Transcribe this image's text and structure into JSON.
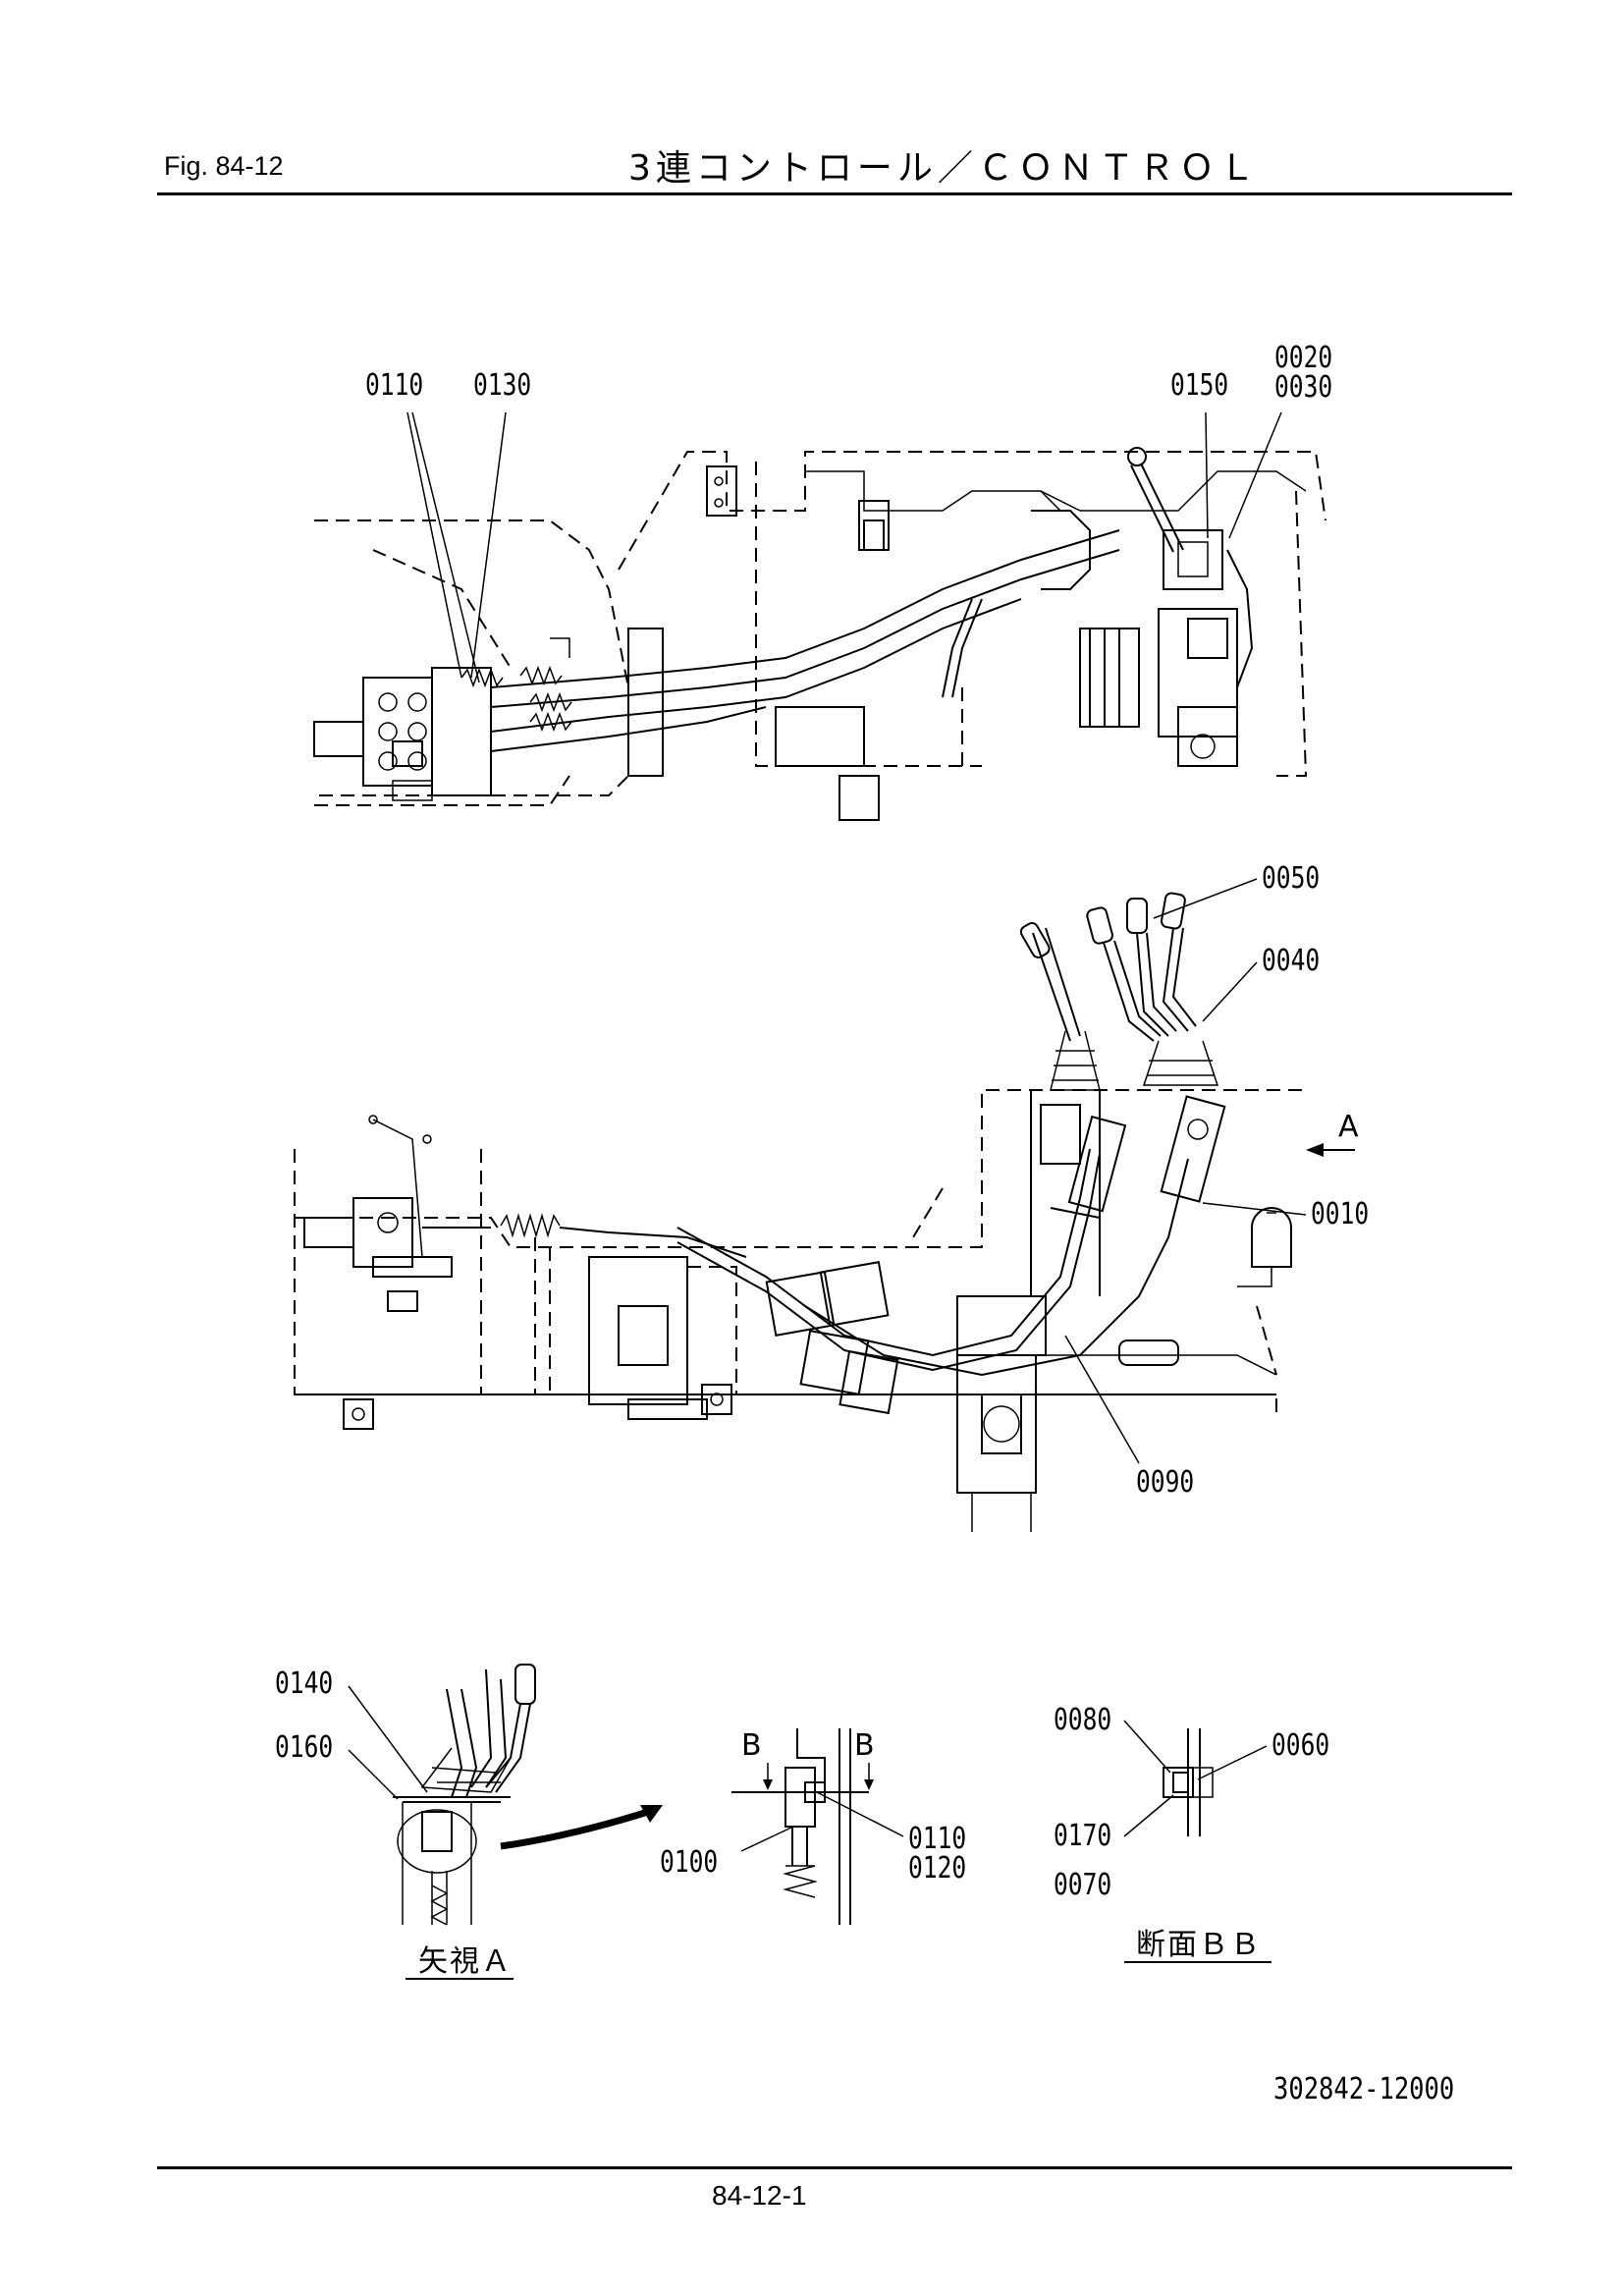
{
  "header": {
    "fig_label": "Fig.  84-12",
    "title": "3連コントロール／ＣＯＮＴＲＯＬ"
  },
  "callouts": {
    "c0110_top": "0110",
    "c0130": "0130",
    "c0150": "0150",
    "c0020": "0020",
    "c0030": "0030",
    "c0050": "0050",
    "c0040": "0040",
    "c0010": "0010",
    "c0090": "0090",
    "c0140": "0140",
    "c0160": "0160",
    "c0100": "0100",
    "c0110_bottom": "0110",
    "c0120": "0120",
    "c0080": "0080",
    "c0060": "0060",
    "c0170": "0170",
    "c0070": "0070"
  },
  "markers": {
    "arrow_a": "A",
    "section_b_left": "B",
    "section_b_right": "B"
  },
  "view_labels": {
    "view_a": "矢視Ａ",
    "section_bb": "断面ＢＢ"
  },
  "footer": {
    "doc_number": "302842-12000",
    "page_number": "84-12-1"
  }
}
